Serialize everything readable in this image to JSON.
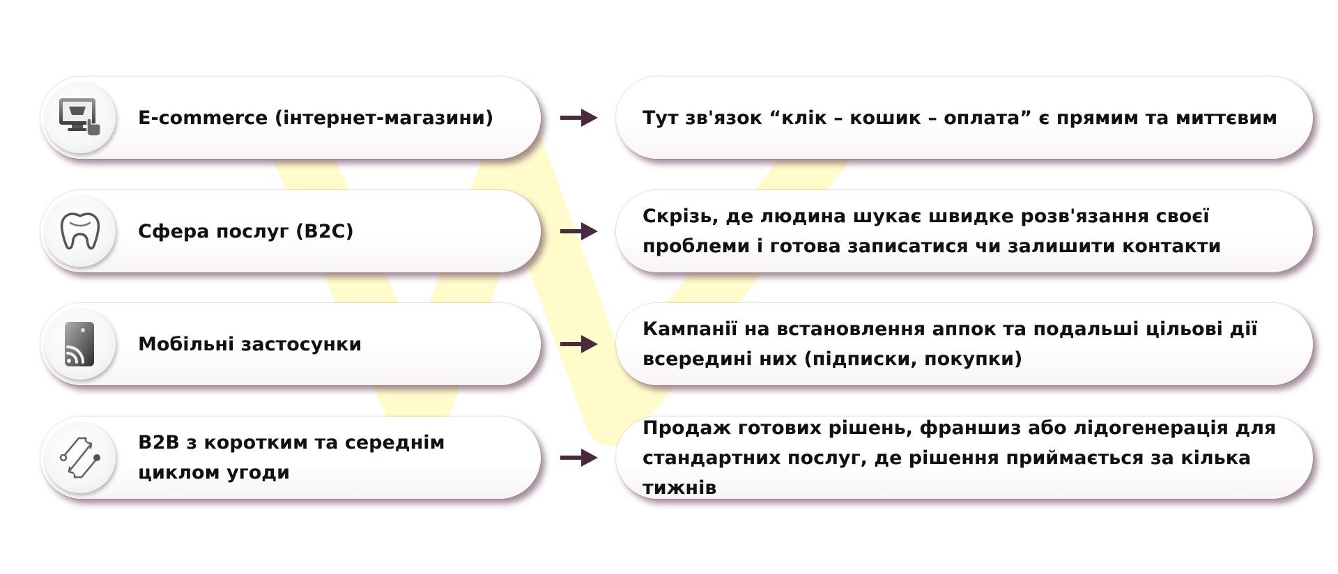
{
  "colors": {
    "arrow": "#4a2a3e",
    "pill_shadow": "#5a324b",
    "watermark": "#fffbc8"
  },
  "rows": [
    {
      "icon": "computer-cart-icon",
      "left_text": "E-commerce (інтернет-магазини)",
      "right_text": "Тут зв'язок “клік – кошик – оплата” є прямим та миттєвим"
    },
    {
      "icon": "tooth-icon",
      "left_text": "Сфера послуг (B2C)",
      "right_text": "Скрізь, де людина шукає швидке розв'язання своєї проблеми і готова записатися чи залишити контакти"
    },
    {
      "icon": "phone-nfc-icon",
      "left_text": "Мобільні застосунки",
      "right_text": "Кампанії на встановлення аппок та подальші цільові дії всередині них (підписки, покупки)"
    },
    {
      "icon": "exchange-arrows-icon",
      "left_text": "B2B з коротким та середнім циклом угоди",
      "right_text": "Продаж готових рішень, франшиз або лідогенерація для стандартних послуг, де рішення приймається за кілька тижнів"
    }
  ]
}
